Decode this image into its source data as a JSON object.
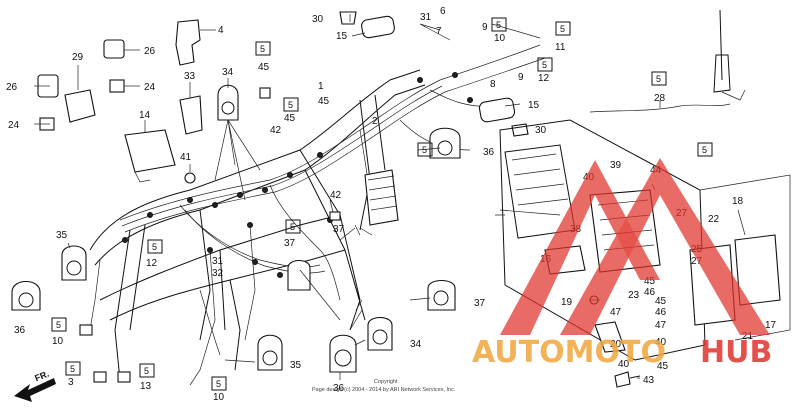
{
  "labels": {
    "n1": "1",
    "n2": "2",
    "n3": "3",
    "n4": "4",
    "n5_box_a": "5",
    "n5_box_b": "5",
    "n5_box_c": "5",
    "n5_box_d": "5",
    "n5_box_e": "5",
    "n5_box_f": "5",
    "n5_box_g": "5",
    "n5_box_h": "5",
    "n5_box_i": "5",
    "n5_box_j": "5",
    "n5_box_k": "5",
    "n5_box_l": "5",
    "n5_box_m": "5",
    "n5_box_n": "5",
    "n6": "6",
    "n7": "7",
    "n8": "8",
    "n9a": "9",
    "n9b": "9",
    "n10a": "10",
    "n10b": "10",
    "n10c": "10",
    "n11": "11",
    "n12a": "12",
    "n12b": "12",
    "n13": "13",
    "n14": "14",
    "n15a": "15",
    "n15b": "15",
    "n16": "16",
    "n17": "17",
    "n18": "18",
    "n19": "19",
    "n20": "20",
    "n21": "21",
    "n22": "22",
    "n23": "23",
    "n24a": "24",
    "n24b": "24",
    "n25": "25",
    "n26a": "26",
    "n26b": "26",
    "n27a": "27",
    "n27b": "27",
    "n28": "28",
    "n29": "29",
    "n30a": "30",
    "n30b": "30",
    "n31a": "31",
    "n31b": "31",
    "n32": "32",
    "n33": "33",
    "n34a": "34",
    "n34b": "34",
    "n35a": "35",
    "n35b": "35",
    "n36a": "36",
    "n36b": "36",
    "n36c": "36",
    "n37a": "37",
    "n37b": "37",
    "n37c": "37",
    "n38": "38",
    "n39": "39",
    "n40a": "40",
    "n40b": "40",
    "n40c": "40",
    "n41": "41",
    "n42a": "42",
    "n42b": "42",
    "n43": "43",
    "n44": "44",
    "n45a": "45",
    "n45b": "45",
    "n45c": "45",
    "n45d": "45",
    "n45e": "45",
    "n45f": "45",
    "n46a": "46",
    "n46b": "46",
    "n47a": "47",
    "n47b": "47"
  },
  "front_arrow": "FR.",
  "copyright_line1": "Copyright",
  "copyright_line2": "Page design (c) 2004 - 2014 by ARI Network Services, Inc.",
  "watermark": {
    "text_a": "AUTOMOTO",
    "text_b": "HUB",
    "color_red": "#e0322c",
    "color_orange": "#f0a63c"
  },
  "colors": {
    "line": "#111111",
    "background": "#ffffff"
  }
}
